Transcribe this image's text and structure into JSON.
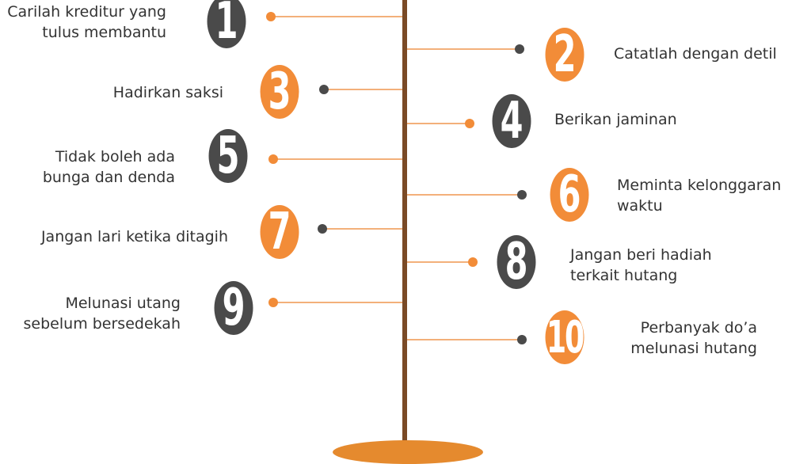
{
  "colors": {
    "orange": "#f28c38",
    "dark": "#4a4a4a",
    "trunk": "#7a4a26",
    "line": "#f3b07a"
  },
  "steps": [
    {
      "number": "1",
      "lines": [
        "Carilah kreditur yang",
        "tulus membantu"
      ]
    },
    {
      "number": "2",
      "lines": [
        "Catatlah dengan detil"
      ]
    },
    {
      "number": "3",
      "lines": [
        "Hadirkan saksi"
      ]
    },
    {
      "number": "4",
      "lines": [
        "Berikan jaminan"
      ]
    },
    {
      "number": "5",
      "lines": [
        "Tidak boleh ada",
        "bunga dan denda"
      ]
    },
    {
      "number": "6",
      "lines": [
        "Meminta kelonggaran",
        "waktu"
      ]
    },
    {
      "number": "7",
      "lines": [
        "Jangan lari ketika ditagih"
      ]
    },
    {
      "number": "8",
      "lines": [
        "Jangan beri hadiah",
        "terkait hutang"
      ]
    },
    {
      "number": "9",
      "lines": [
        "Melunasi utang",
        "sebelum bersedekah"
      ]
    },
    {
      "number": "10",
      "lines": [
        "Perbanyak do’a",
        "melunasi hutang"
      ]
    }
  ]
}
